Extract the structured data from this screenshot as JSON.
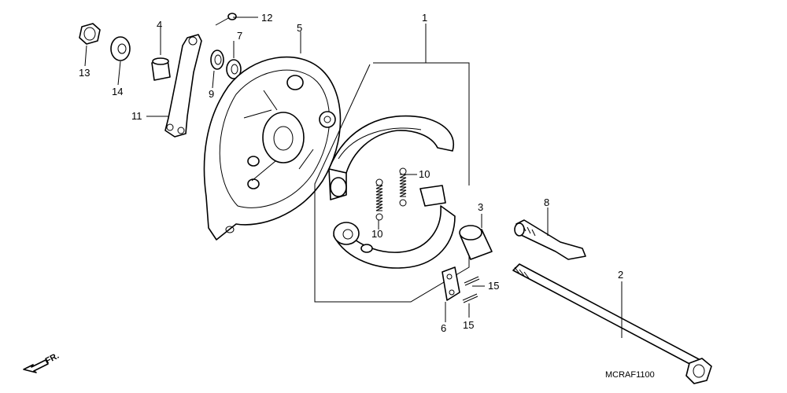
{
  "diagram": {
    "labels": [
      {
        "id": "p1",
        "text": "1"
      },
      {
        "id": "p2",
        "text": "2"
      },
      {
        "id": "p3",
        "text": "3"
      },
      {
        "id": "p4",
        "text": "4"
      },
      {
        "id": "p5",
        "text": "5"
      },
      {
        "id": "p6",
        "text": "6"
      },
      {
        "id": "p7",
        "text": "7"
      },
      {
        "id": "p8",
        "text": "8"
      },
      {
        "id": "p9",
        "text": "9"
      },
      {
        "id": "p10a",
        "text": "10"
      },
      {
        "id": "p10b",
        "text": "10"
      },
      {
        "id": "p11",
        "text": "11"
      },
      {
        "id": "p12",
        "text": "12"
      },
      {
        "id": "p13",
        "text": "13"
      },
      {
        "id": "p14",
        "text": "14"
      },
      {
        "id": "p15a",
        "text": "15"
      },
      {
        "id": "p15b",
        "text": "15"
      }
    ],
    "direction_label": "FR.",
    "drawing_code": "MCRAF1100"
  }
}
